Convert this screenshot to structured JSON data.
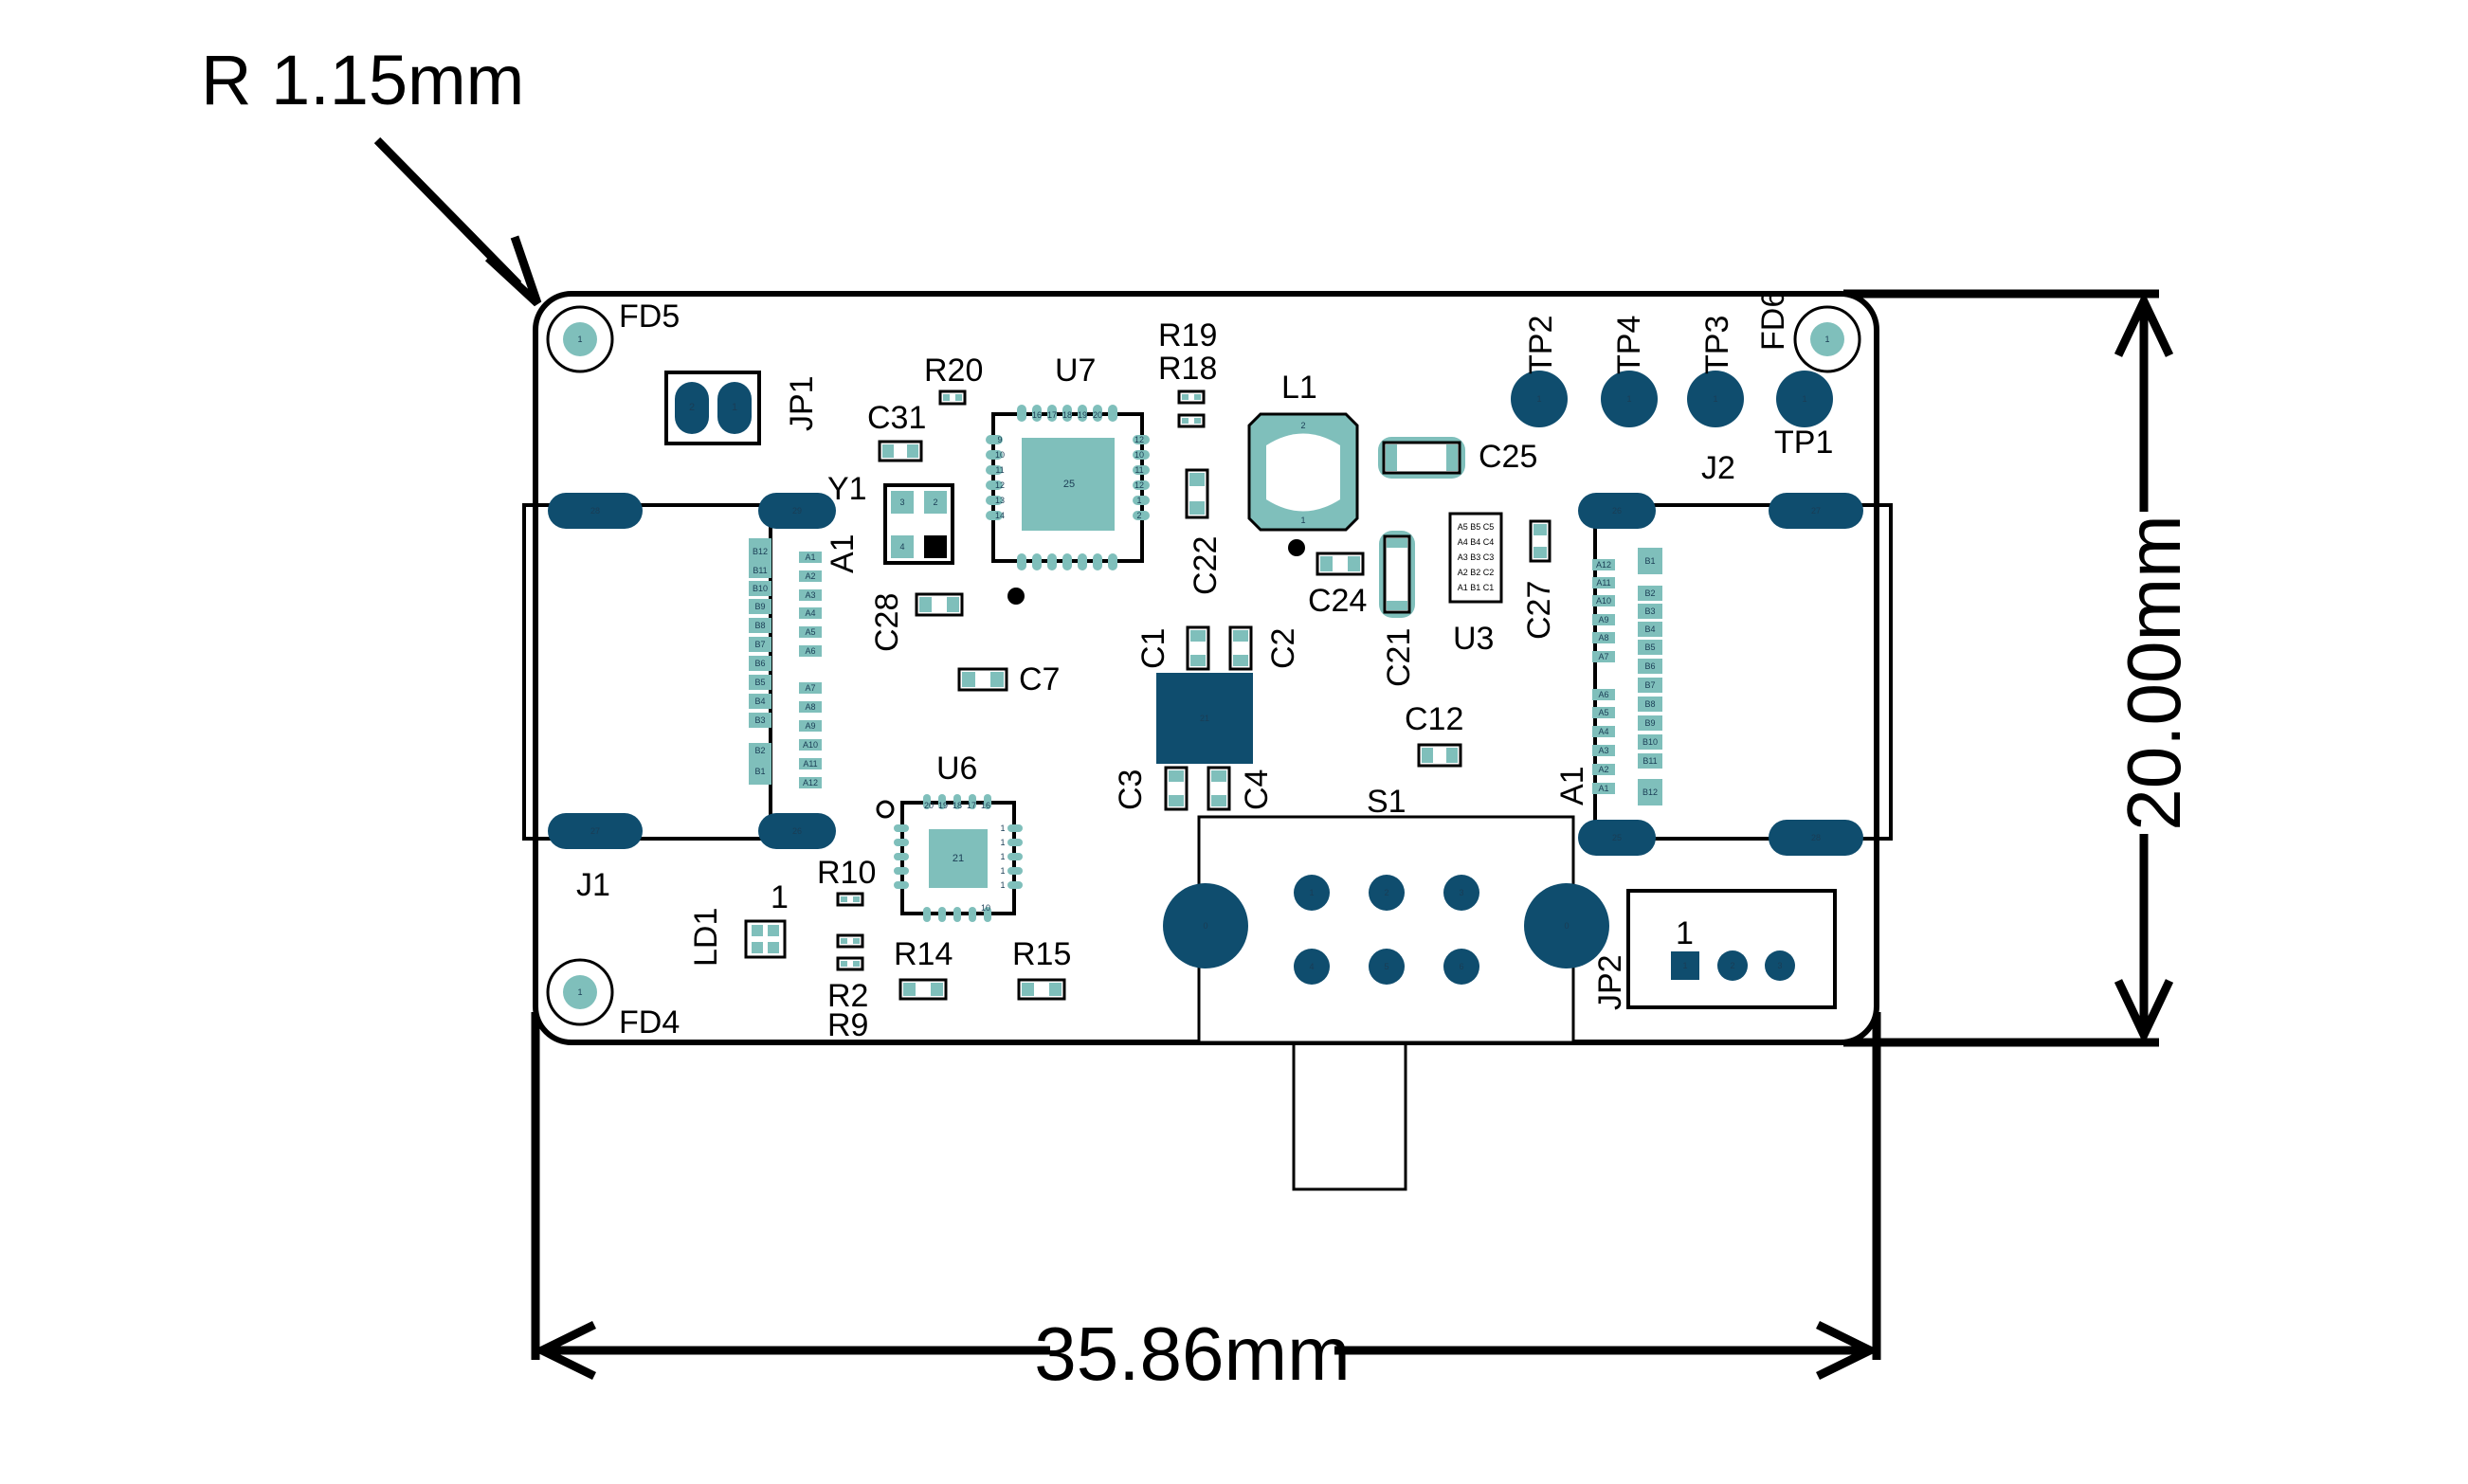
{
  "dimensions": {
    "corner_radius": "R 1.15mm",
    "width": "35.86mm",
    "height": "20.00mm"
  },
  "colors": {
    "pad_light": "#7fbfbb",
    "pad_dark": "#0f4d6e",
    "outline": "#000000"
  },
  "labels": {
    "fd5": "FD5",
    "fd6": "FD6",
    "fd4": "FD4",
    "jp1": "JP1",
    "jp2": "JP2",
    "r20": "R20",
    "r19": "R19",
    "r18": "R18",
    "r10": "R10",
    "r14": "R14",
    "r15": "R15",
    "r2": "R2",
    "r9": "R9",
    "u7": "U7",
    "u6": "U6",
    "u3": "U3",
    "l1": "L1",
    "c31": "C31",
    "c25": "C25",
    "c22": "C22",
    "c24": "C24",
    "c28": "C28",
    "c7": "C7",
    "c1": "C1",
    "c2": "C2",
    "c3": "C3",
    "c4": "C4",
    "c21": "C21",
    "c27": "C27",
    "c12": "C12",
    "y1": "Y1",
    "a1_left": "A1",
    "a1_right": "A1",
    "j1": "J1",
    "j2": "J2",
    "s1": "S1",
    "ld1": "LD1",
    "ld1_pin": "1",
    "jp2_pin": "1",
    "tp1": "TP1",
    "tp2": "TP2",
    "tp3": "TP3",
    "tp4": "TP4"
  },
  "pin_numbers": {
    "mount_hole": "1",
    "jp1": [
      "2",
      "1"
    ],
    "j1_shield": [
      "28",
      "29",
      "27",
      "26"
    ],
    "j2_shield": [
      "26",
      "27",
      "25",
      "28"
    ],
    "j1_pins": [
      "B12",
      "B11",
      "B10",
      "B9",
      "B8",
      "B7",
      "B6",
      "B5",
      "B4",
      "B3",
      "B2",
      "B1"
    ],
    "j1_a_pins": [
      "A1",
      "A2",
      "A3",
      "A4",
      "A5",
      "A6",
      "A7",
      "A8",
      "A9",
      "A10",
      "A11",
      "A12"
    ],
    "j2_pins": [
      "B1",
      "B2",
      "B3",
      "B4",
      "B5",
      "B6",
      "B7",
      "B8",
      "B9",
      "B10",
      "B11",
      "B12"
    ],
    "j2_a_pins": [
      "A12",
      "A11",
      "A10",
      "A9",
      "A8",
      "A7",
      "A6",
      "A5",
      "A4",
      "A3",
      "A2",
      "A1"
    ],
    "u7_center": "25",
    "u7_top": [
      "16",
      "17",
      "18",
      "19",
      "20"
    ],
    "u7_left": [
      "9",
      "10",
      "11",
      "12",
      "13",
      "14"
    ],
    "u7_right": [
      "12",
      "10",
      "11",
      "12",
      "1",
      "2"
    ],
    "u6_center": "21",
    "u6_top": [
      "20",
      "19",
      "18",
      "17",
      "16"
    ],
    "u6_right": [
      "1",
      "1",
      "1",
      "1",
      "1"
    ],
    "u6_bottom": "10",
    "q21_center": "21",
    "y1": [
      "3",
      "2",
      "4",
      "1"
    ],
    "l1": [
      "2",
      "1"
    ],
    "u3_grid": [
      "A5 B5 C5",
      "A4 B4 C4",
      "A3 B3 C3",
      "A2 B2 C2",
      "A1 B1 C1"
    ],
    "s1": [
      "1",
      "2",
      "3",
      "4",
      "5",
      "6"
    ],
    "s1_mount": "0",
    "jp2": [
      "1",
      "2",
      "3"
    ],
    "tp": "1"
  }
}
